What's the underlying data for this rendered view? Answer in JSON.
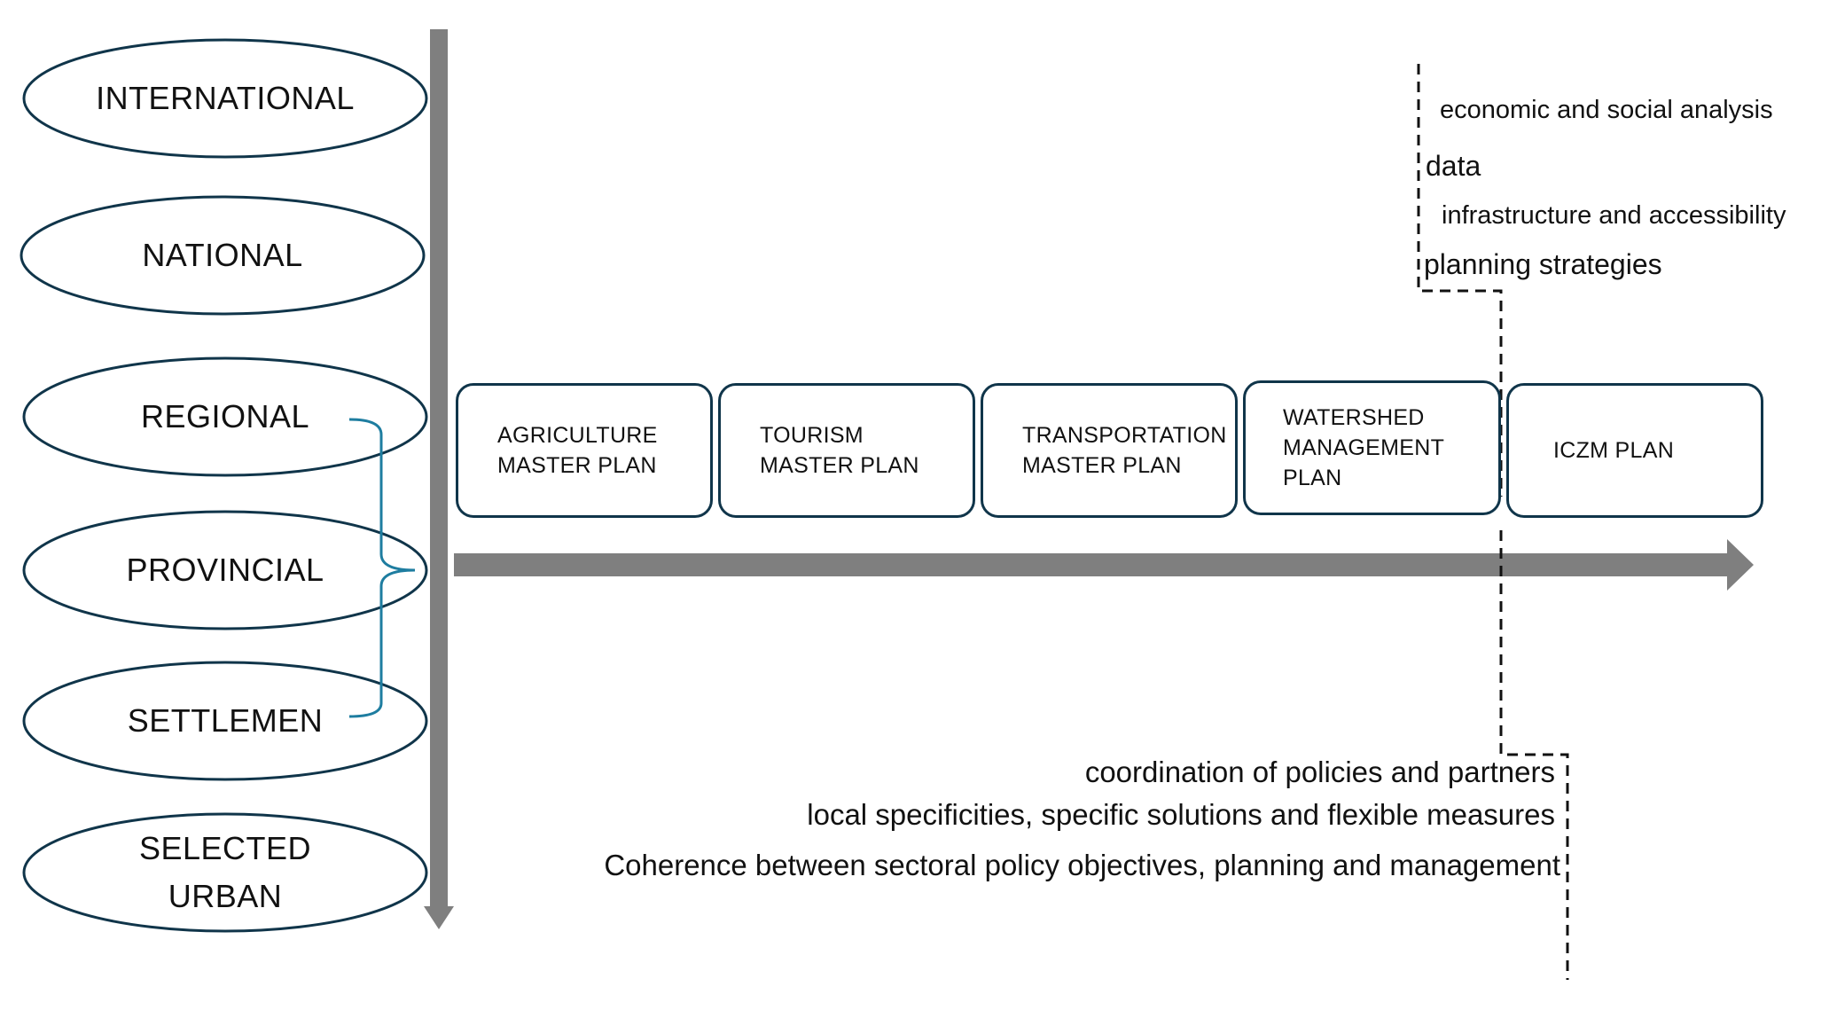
{
  "levels": [
    {
      "id": "international",
      "label": "INTERNATIONAL"
    },
    {
      "id": "national",
      "label": "NATIONAL"
    },
    {
      "id": "regional",
      "label": "REGIONAL"
    },
    {
      "id": "provincial",
      "label": "PROVINCIAL"
    },
    {
      "id": "settlemen",
      "label": "SETTLEMEN"
    },
    {
      "id": "selected-urban",
      "label": "SELECTED\nURBAN"
    }
  ],
  "plans": [
    {
      "id": "agriculture",
      "label": "AGRICULTURE\nMASTER PLAN"
    },
    {
      "id": "tourism",
      "label": "TOURISM\nMASTER PLAN"
    },
    {
      "id": "transportation",
      "label": "TRANSPORTATION\nMASTER PLAN"
    },
    {
      "id": "watershed",
      "label": "WATERSHED\nMANAGEMENT PLAN"
    },
    {
      "id": "iczm",
      "label": "ICZM PLAN"
    }
  ],
  "top_items": [
    "economic and social analysis",
    "data",
    "infrastructure and accessibility",
    "planning strategies"
  ],
  "bottom_items": [
    "coordination of policies and partners",
    "local specificities, specific solutions and flexible measures",
    "Coherence between sectoral policy objectives, planning and management"
  ],
  "colors": {
    "ellipse_stroke": "#10354a",
    "box_stroke": "#10354a",
    "arrow_fill": "#7f7f7f",
    "bracket_stroke": "#1e7da0",
    "dashed_line": "#111111"
  }
}
